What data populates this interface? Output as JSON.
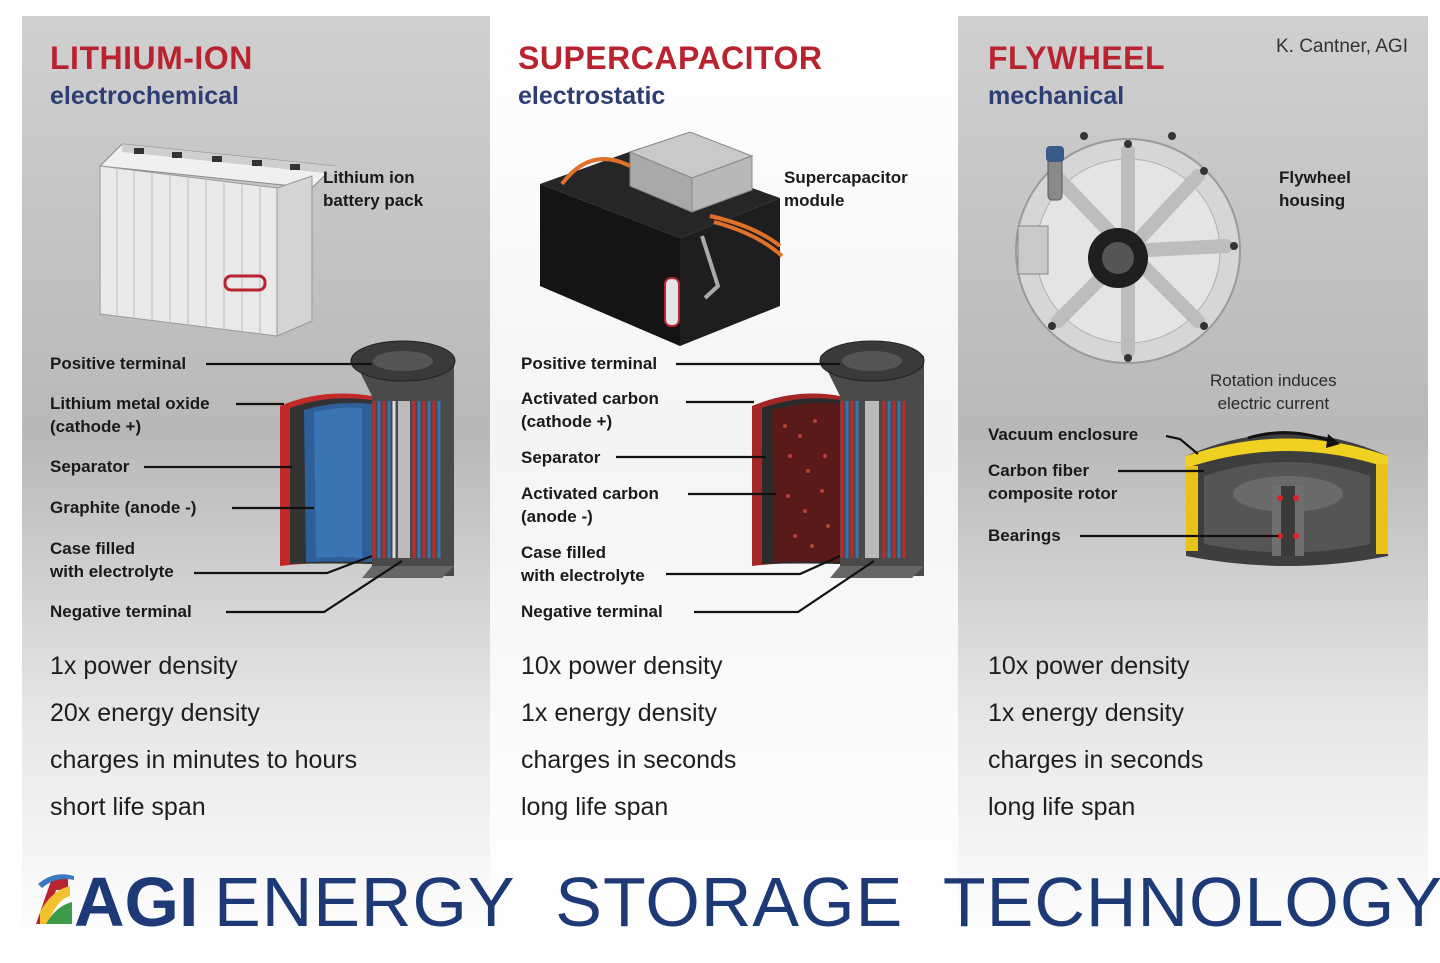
{
  "credit": "K. Cantner, AGI",
  "colors": {
    "title_red": "#b8232f",
    "subtitle_blue": "#2d3e74",
    "footer_blue": "#1e3a76"
  },
  "columns": [
    {
      "title": "LITHIUM-ION",
      "subtitle": "electrochemical",
      "device_label": [
        "Lithium ion",
        "battery pack"
      ],
      "parts": [
        [
          "Positive terminal"
        ],
        [
          "Lithium metal oxide",
          "(cathode +)"
        ],
        [
          "Separator"
        ],
        [
          "Graphite (anode -)"
        ],
        [
          "Case filled",
          "with electrolyte"
        ],
        [
          "Negative terminal"
        ]
      ],
      "properties": [
        "1x power density",
        "20x energy density",
        "charges in minutes to hours",
        "short life span"
      ]
    },
    {
      "title": "SUPERCAPACITOR",
      "subtitle": "electrostatic",
      "device_label": [
        "Supercapacitor",
        "module"
      ],
      "parts": [
        [
          "Positive terminal"
        ],
        [
          "Activated carbon",
          "(cathode +)"
        ],
        [
          "Separator"
        ],
        [
          "Activated carbon",
          "(anode -)"
        ],
        [
          "Case filled",
          "with electrolyte"
        ],
        [
          "Negative terminal"
        ]
      ],
      "properties": [
        "10x power density",
        "1x energy density",
        "charges in seconds",
        "long life span"
      ]
    },
    {
      "title": "FLYWHEEL",
      "subtitle": "mechanical",
      "device_label": [
        "Flywheel",
        "housing"
      ],
      "rotation_note": [
        "Rotation induces",
        "electric current"
      ],
      "parts": [
        [
          "Vacuum enclosure"
        ],
        [
          "Carbon fiber",
          "composite rotor"
        ],
        [
          "Bearings"
        ]
      ],
      "properties": [
        "10x power density",
        "1x energy density",
        "charges in seconds",
        "long life span"
      ]
    }
  ],
  "footer": {
    "logo": "AGI",
    "title": "ENERGY  STORAGE  TECHNOLOGY"
  }
}
